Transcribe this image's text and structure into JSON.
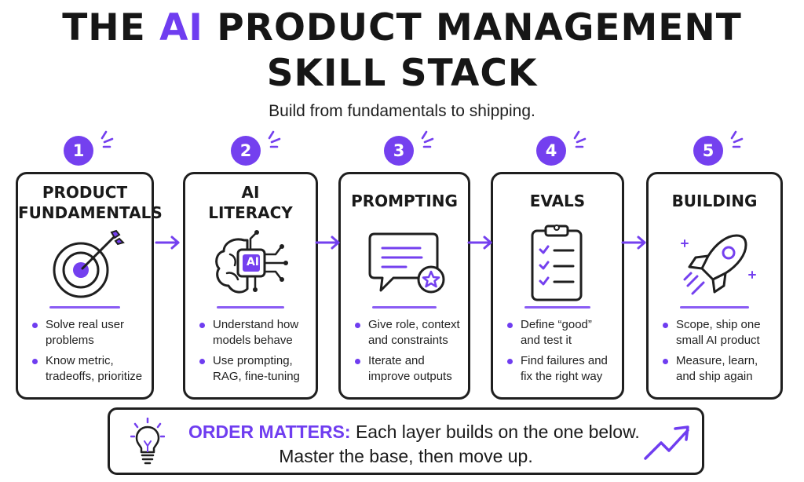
{
  "header": {
    "title_prefix": "THE ",
    "title_accent": "AI",
    "title_suffix": " PRODUCT MANAGEMENT",
    "title_line2": "SKILL STACK",
    "subtitle": "Build from fundamentals to shipping."
  },
  "steps": [
    {
      "number": "1",
      "title_lines": [
        "PRODUCT",
        "FUNDAMENTALS"
      ],
      "icon": "target-icon",
      "bullets": [
        "Solve real user problems",
        "Know metric, tradeoffs, prioritize"
      ]
    },
    {
      "number": "2",
      "title_lines": [
        "AI",
        "LITERACY"
      ],
      "icon": "brain-chip-icon",
      "icon_label": "AI",
      "bullets": [
        "Understand how models behave",
        "Use prompting, RAG, fine-tuning"
      ]
    },
    {
      "number": "3",
      "title_lines": [
        "PROMPTING"
      ],
      "icon": "chat-bubble-star-icon",
      "bullets": [
        "Give role, context and constraints",
        "Iterate and improve outputs"
      ]
    },
    {
      "number": "4",
      "title_lines": [
        "EVALS"
      ],
      "icon": "clipboard-checklist-icon",
      "bullets": [
        "Define “good” and test it",
        "Find failures and fix the right way"
      ]
    },
    {
      "number": "5",
      "title_lines": [
        "BUILDING"
      ],
      "icon": "rocket-icon",
      "bullets": [
        "Scope, ship one small AI product",
        "Measure, learn, and ship again"
      ]
    }
  ],
  "banner": {
    "label": "ORDER MATTERS:",
    "line1": "Each layer builds on the one below.",
    "line2": "Master the base, then move up.",
    "left_icon": "lightbulb-icon",
    "right_icon": "trend-up-arrow-icon"
  },
  "colors": {
    "accent": "#6f3df0",
    "ink": "#1a1a1a"
  }
}
